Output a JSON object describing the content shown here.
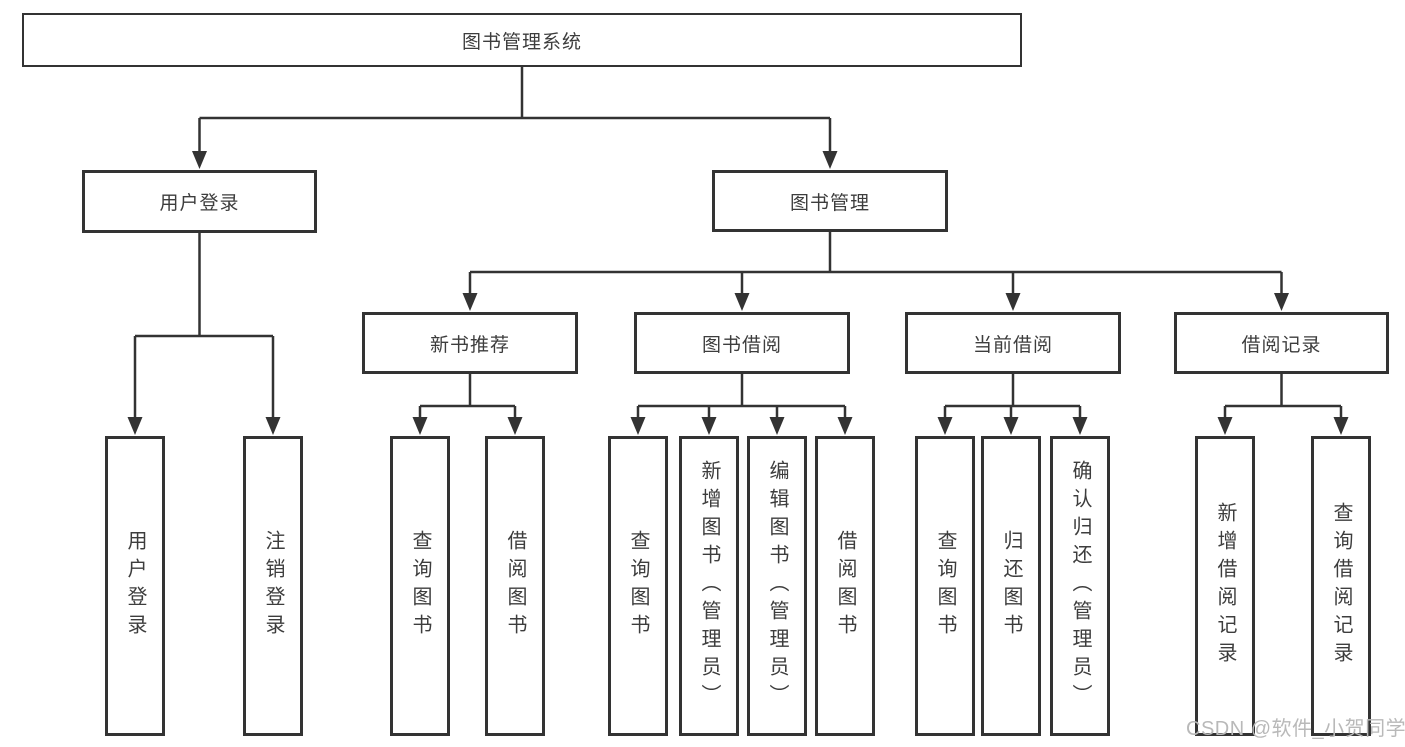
{
  "diagram": {
    "title": "图书管理系统",
    "nodes": {
      "root": "图书管理系统",
      "user_login": "用户登录",
      "book_management": "图书管理",
      "new_book_recommend": "新书推荐",
      "book_borrow": "图书借阅",
      "current_borrow": "当前借阅",
      "borrow_records": "借阅记录",
      "leaf_user_login": "用户登录",
      "leaf_logout": "注销登录",
      "leaf_rec_query_books": "查询图书",
      "leaf_rec_borrow_books": "借阅图书",
      "leaf_bb_query_books": "查询图书",
      "leaf_bb_add_books": "新增图书（管理员）",
      "leaf_bb_edit_books": "编辑图书（管理员）",
      "leaf_bb_borrow_books": "借阅图书",
      "leaf_cb_query_books": "查询图书",
      "leaf_cb_return_books": "归还图书",
      "leaf_cb_confirm_return": "确认归还（管理员）",
      "leaf_br_add_record": "新增借阅记录",
      "leaf_br_query_record": "查询借阅记录"
    }
  },
  "watermark": "CSDN @软件_小贺同学",
  "colors": {
    "line": "#333333",
    "text": "#3d3d3d",
    "watermark": "#b9b9b9",
    "background": "#ffffff"
  }
}
